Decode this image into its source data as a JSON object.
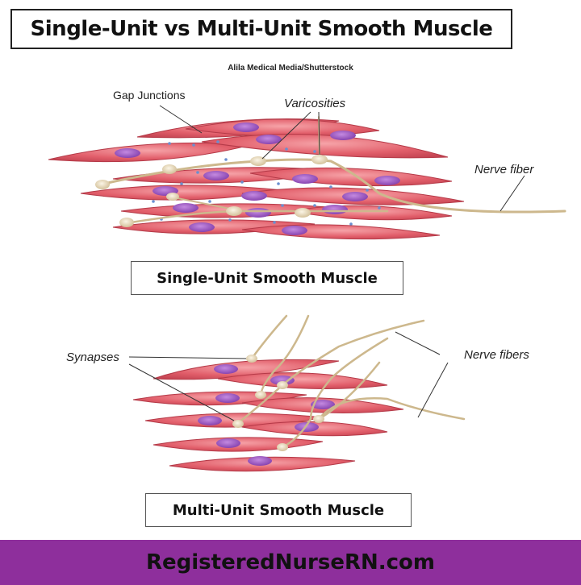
{
  "title": "Single-Unit vs Multi-Unit Smooth Muscle",
  "credit": "Alila Medical Media/Shutterstock",
  "single_unit": {
    "caption": "Single-Unit Smooth Muscle",
    "labels": {
      "gap_junctions": "Gap Junctions",
      "varicosities": "Varicosities",
      "nerve_fiber": "Nerve fiber"
    }
  },
  "multi_unit": {
    "caption": "Multi-Unit Smooth Muscle",
    "labels": {
      "synapses": "Synapses",
      "nerve_fibers": "Nerve fibers"
    }
  },
  "footer": "RegisteredNurseRN.com",
  "colors": {
    "cell": "#e05a66",
    "cell_edge": "#b53a48",
    "nucleus": "#9a4fc0",
    "nerve": "#d9c9a3",
    "gap_junction": "#6a8fd0",
    "footer_bg": "#8e2f9c"
  }
}
